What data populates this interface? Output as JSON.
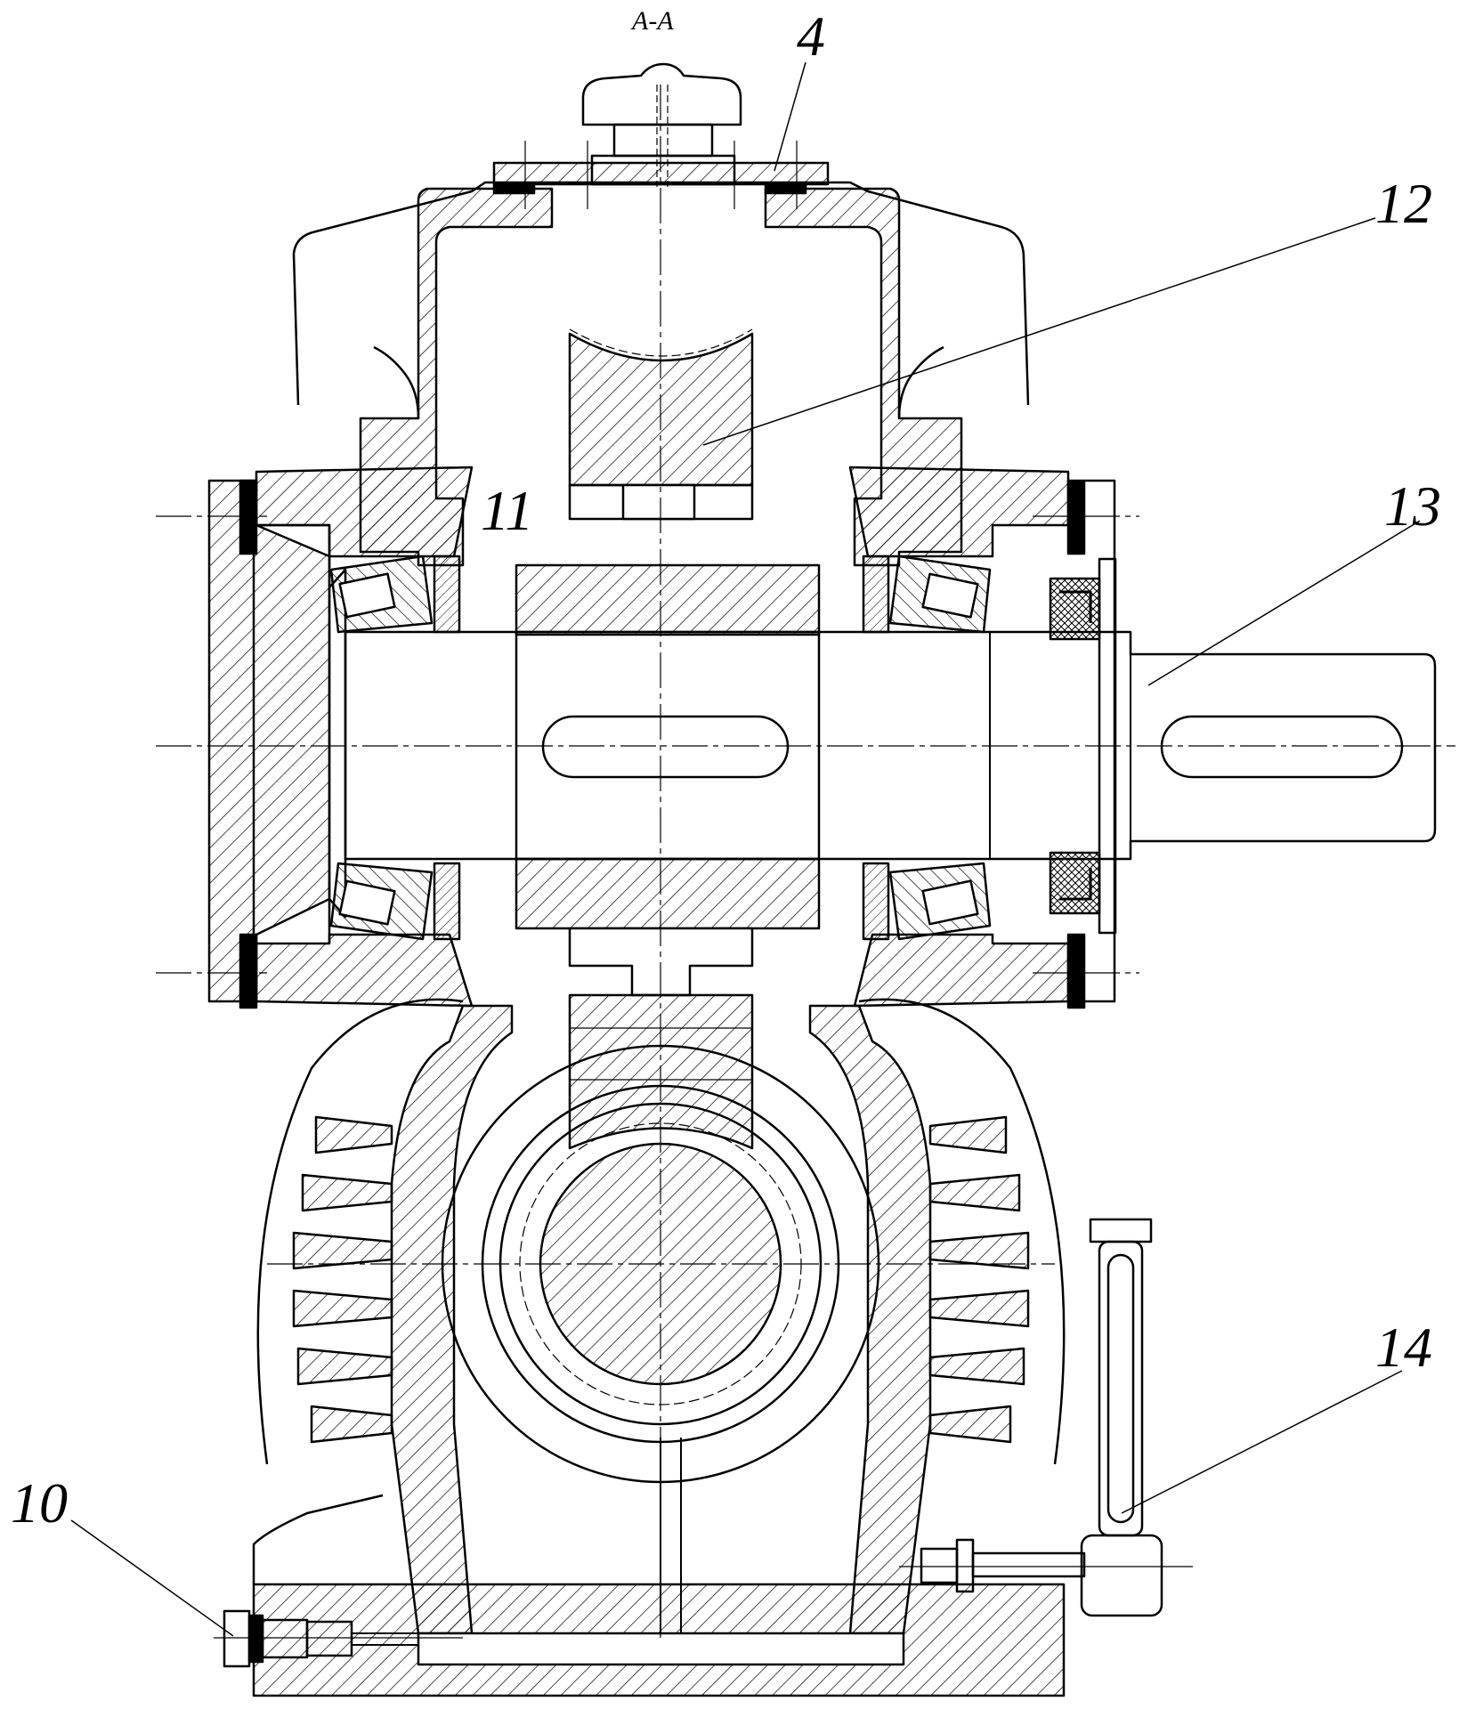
{
  "drawing": {
    "section_title": "A-A",
    "callouts": [
      {
        "id": "4",
        "text": "4"
      },
      {
        "id": "10",
        "text": "10"
      },
      {
        "id": "11",
        "text": "11"
      },
      {
        "id": "12",
        "text": "12"
      },
      {
        "id": "13",
        "text": "13"
      },
      {
        "id": "14",
        "text": "14"
      }
    ],
    "colors": {
      "line": "#000000",
      "background": "#ffffff",
      "gasket": "#000000"
    }
  }
}
